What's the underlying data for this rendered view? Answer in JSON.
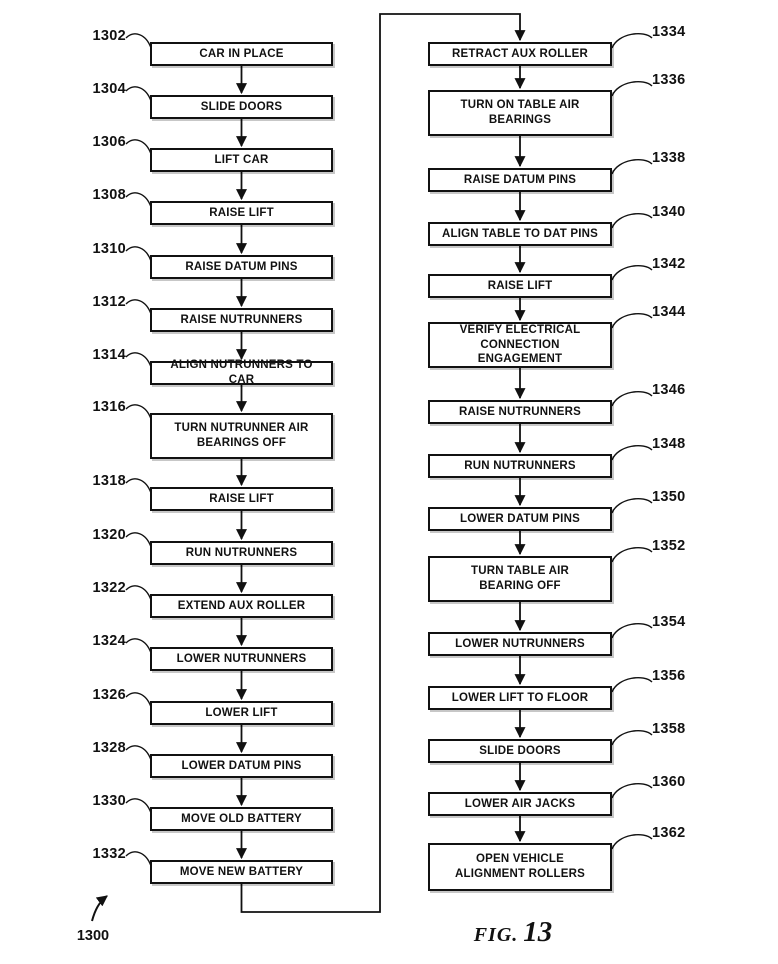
{
  "figure": {
    "fig_label": "FIG.",
    "fig_number": "13",
    "diagram_ref": "1300"
  },
  "left_column": [
    {
      "ref": "1302",
      "label": "CAR IN PLACE"
    },
    {
      "ref": "1304",
      "label": "SLIDE DOORS"
    },
    {
      "ref": "1306",
      "label": "LIFT CAR"
    },
    {
      "ref": "1308",
      "label": "RAISE LIFT"
    },
    {
      "ref": "1310",
      "label": "RAISE DATUM PINS"
    },
    {
      "ref": "1312",
      "label": "RAISE NUTRUNNERS"
    },
    {
      "ref": "1314",
      "label": "ALIGN NUTRUNNERS TO CAR"
    },
    {
      "ref": "1316",
      "label": "TURN NUTRUNNER AIR\nBEARINGS OFF"
    },
    {
      "ref": "1318",
      "label": "RAISE LIFT"
    },
    {
      "ref": "1320",
      "label": "RUN NUTRUNNERS"
    },
    {
      "ref": "1322",
      "label": "EXTEND AUX ROLLER"
    },
    {
      "ref": "1324",
      "label": "LOWER NUTRUNNERS"
    },
    {
      "ref": "1326",
      "label": "LOWER LIFT"
    },
    {
      "ref": "1328",
      "label": "LOWER DATUM PINS"
    },
    {
      "ref": "1330",
      "label": "MOVE OLD BATTERY"
    },
    {
      "ref": "1332",
      "label": "MOVE NEW BATTERY"
    }
  ],
  "right_column": [
    {
      "ref": "1334",
      "label": "RETRACT AUX ROLLER"
    },
    {
      "ref": "1336",
      "label": "TURN ON TABLE AIR\nBEARINGS"
    },
    {
      "ref": "1338",
      "label": "RAISE DATUM PINS"
    },
    {
      "ref": "1340",
      "label": "ALIGN TABLE TO DAT PINS"
    },
    {
      "ref": "1342",
      "label": "RAISE LIFT"
    },
    {
      "ref": "1344",
      "label": "VERIFY ELECTRICAL\nCONNECTION ENGAGEMENT"
    },
    {
      "ref": "1346",
      "label": "RAISE NUTRUNNERS"
    },
    {
      "ref": "1348",
      "label": "RUN NUTRUNNERS"
    },
    {
      "ref": "1350",
      "label": "LOWER DATUM PINS"
    },
    {
      "ref": "1352",
      "label": "TURN TABLE AIR\nBEARING OFF"
    },
    {
      "ref": "1354",
      "label": "LOWER NUTRUNNERS"
    },
    {
      "ref": "1356",
      "label": "LOWER LIFT TO FLOOR"
    },
    {
      "ref": "1358",
      "label": "SLIDE DOORS"
    },
    {
      "ref": "1360",
      "label": "LOWER AIR JACKS"
    },
    {
      "ref": "1362",
      "label": "OPEN VEHICLE\nALIGNMENT ROLLERS"
    }
  ]
}
